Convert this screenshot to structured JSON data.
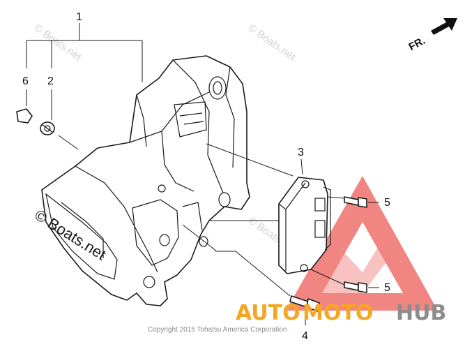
{
  "callouts": {
    "c1": "1",
    "c2": "2",
    "c3": "3",
    "c4": "4",
    "c5a": "5",
    "c5b": "5",
    "c6": "6"
  },
  "direction_indicator": {
    "label": "FR."
  },
  "watermark": {
    "text": "© Boats.net",
    "large_text": "© Boats.net"
  },
  "copyright": "Copyright 2015 Tohatsu America Corporation",
  "brand_logo": {
    "prefix": "AUTO",
    "middle": "MOTO",
    "suffix": "HUB",
    "color_orange": "#f5a623",
    "color_gray": "#8c8c8c",
    "color_triangle": "#e8352e"
  }
}
